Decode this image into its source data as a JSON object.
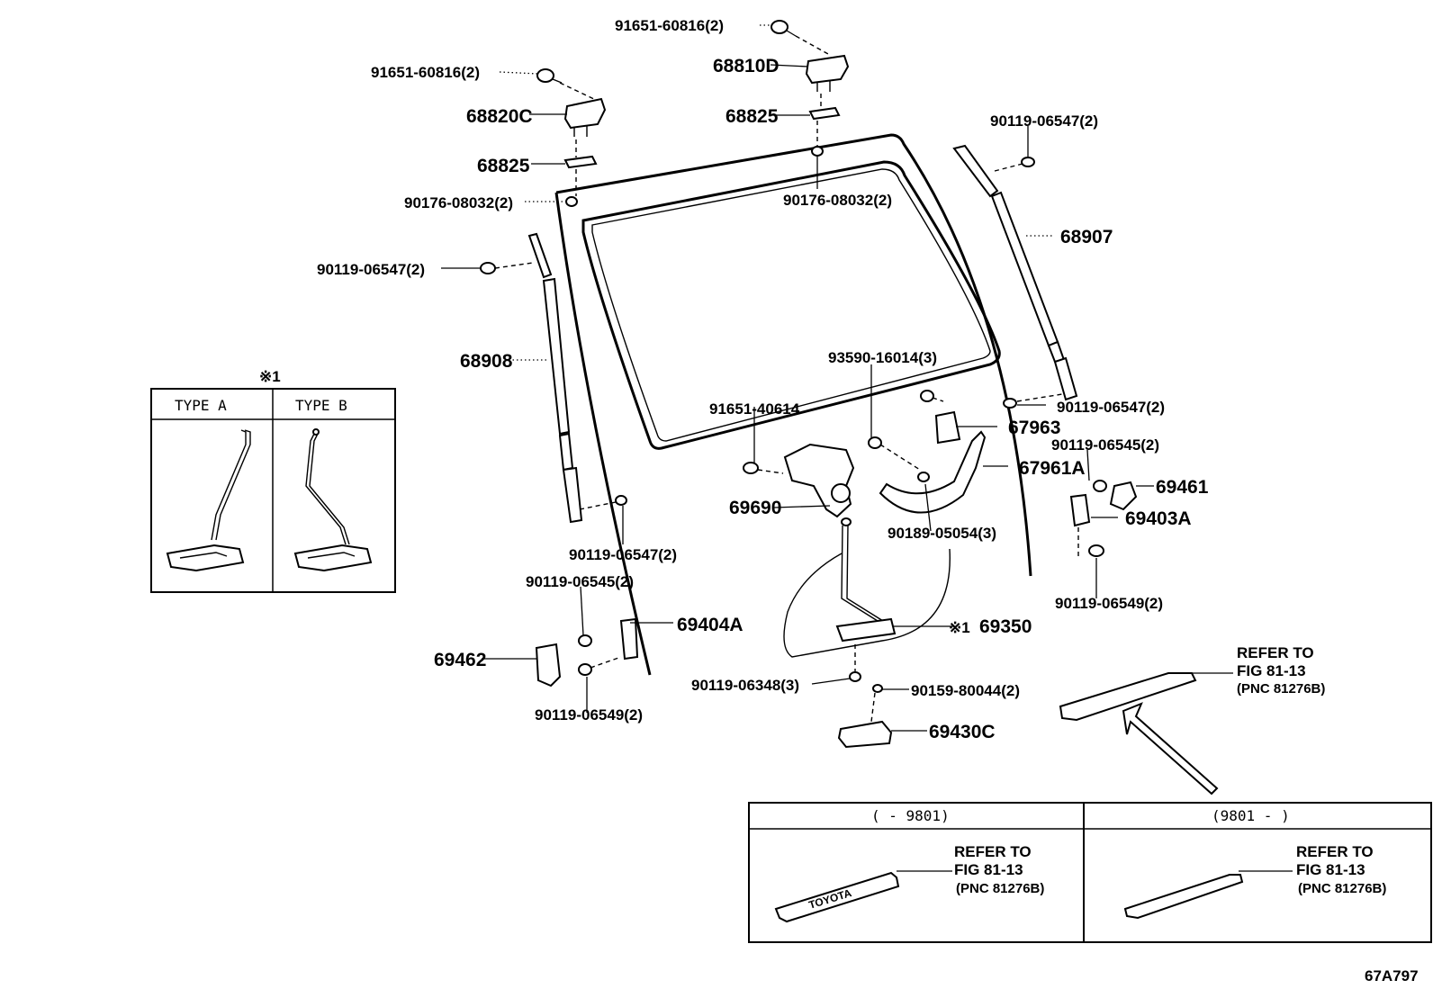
{
  "callouts": {
    "bolt_top_center": "91651-60816(2)",
    "bolt_top_left": "91651-60816(2)",
    "hinge_right": "68810D",
    "hinge_left": "68820C",
    "shim_center": "68825",
    "shim_left": "68825",
    "nut_left": "90176-08032(2)",
    "nut_center": "90176-08032(2)",
    "bolt_stay_right_top": "90119-06547(2)",
    "stay_right": "68907",
    "bolt_stay_left_top": "90119-06547(2)",
    "stay_left": "68908",
    "screw_handle": "93590-16014(3)",
    "bolt_lock": "91651-40614",
    "bolt_stay_right_bottom": "90119-06547(2)",
    "bracket_handle": "67963",
    "bolt_striker_right": "90119-06545(2)",
    "handle": "67961A",
    "striker_right": "69461",
    "lock": "69690",
    "bracket_right": "69403A",
    "nut_handle": "90189-05054(3)",
    "bolt_stay_left_bottom": "90119-06547(2)",
    "bolt_bracket_right": "90119-06549(2)",
    "bolt_striker_left": "90119-06545(2)",
    "bracket_left": "69404A",
    "control_ref": "※1",
    "control": "69350",
    "striker_left": "69462",
    "bolt_control": "90119-06348(3)",
    "screw_cover": "90159-80044(2)",
    "bolt_bracket_left": "90119-06549(2)",
    "cover": "69430C"
  },
  "inset_type": {
    "ref_mark": "※1",
    "type_a": "TYPE  A",
    "type_b": "TYPE  B"
  },
  "refer_main": {
    "line1": "REFER TO",
    "line2": "FIG 81-13",
    "line3": "(PNC 81276B)"
  },
  "variants": {
    "left_header": "(    - 9801)",
    "right_header": "(9801 -     )",
    "left_refer": {
      "line1": "REFER TO",
      "line2": "FIG 81-13",
      "line3": "(PNC 81276B)",
      "emblem": "TOYOTA"
    },
    "right_refer": {
      "line1": "REFER TO",
      "line2": "FIG 81-13",
      "line3": "(PNC 81276B)"
    }
  },
  "diagram_id": "67A797"
}
